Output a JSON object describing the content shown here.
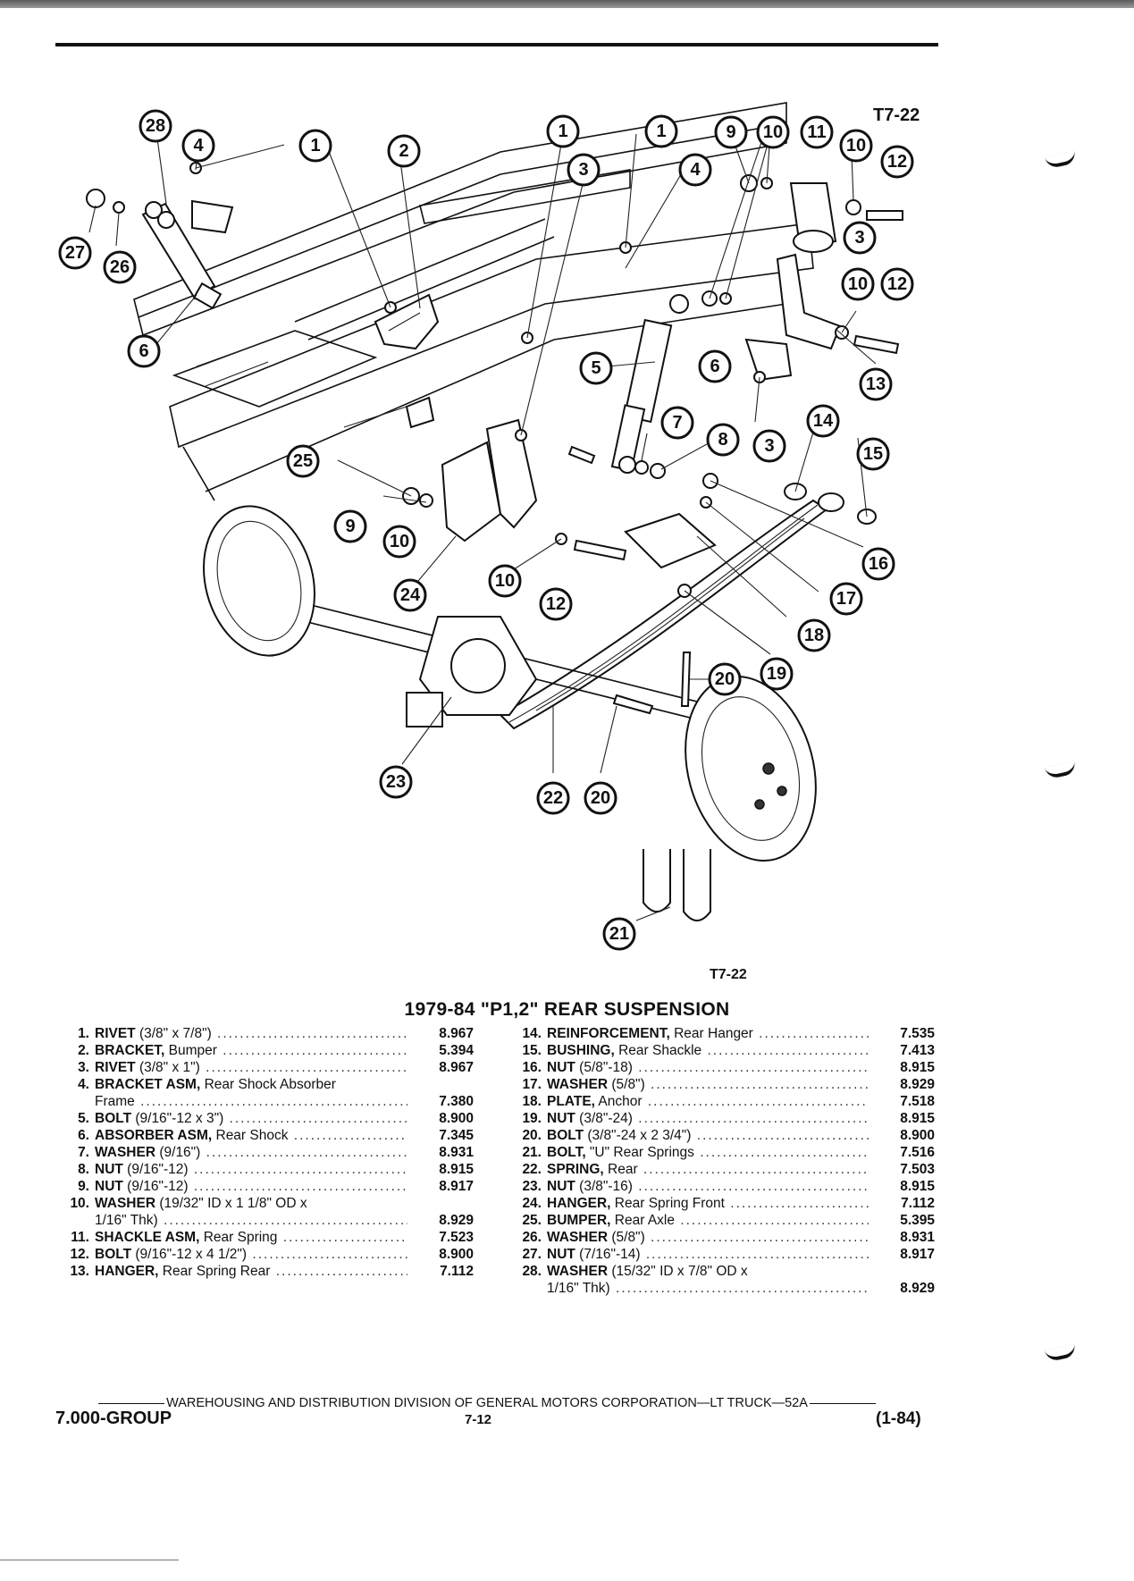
{
  "figure": {
    "code_top": "T7-22",
    "code_bottom": "T7-22",
    "callouts": [
      "28",
      "4",
      "1",
      "2",
      "1",
      "3",
      "1",
      "4",
      "9",
      "10",
      "11",
      "10",
      "12",
      "27",
      "26",
      "3",
      "10",
      "12",
      "6",
      "5",
      "6",
      "13",
      "7",
      "14",
      "8",
      "3",
      "15",
      "25",
      "9",
      "10",
      "16",
      "24",
      "10",
      "12",
      "17",
      "18",
      "19",
      "20",
      "23",
      "22",
      "20",
      "21"
    ]
  },
  "parts_list": {
    "title": "1979-84 \"P1,2\" REAR SUSPENSION",
    "left": [
      {
        "num": "1.",
        "name": "RIVET",
        "detail": " (3/8\" x 7/8\")",
        "code": "8.967"
      },
      {
        "num": "2.",
        "name": "BRACKET,",
        "detail": " Bumper",
        "code": "5.394"
      },
      {
        "num": "3.",
        "name": "RIVET",
        "detail": " (3/8\" x 1\")",
        "code": "8.967"
      },
      {
        "num": "4.",
        "name": "BRACKET ASM,",
        "detail": " Rear Shock Absorber",
        "code": ""
      },
      {
        "num": "",
        "name": "",
        "detail": "Frame",
        "code": "7.380"
      },
      {
        "num": "5.",
        "name": "BOLT",
        "detail": " (9/16\"-12 x 3\")",
        "code": "8.900"
      },
      {
        "num": "6.",
        "name": "ABSORBER ASM,",
        "detail": " Rear Shock",
        "code": "7.345"
      },
      {
        "num": "7.",
        "name": "WASHER",
        "detail": " (9/16\")",
        "code": "8.931"
      },
      {
        "num": "8.",
        "name": "NUT",
        "detail": " (9/16\"-12)",
        "code": "8.915"
      },
      {
        "num": "9.",
        "name": "NUT",
        "detail": " (9/16\"-12)",
        "code": "8.917"
      },
      {
        "num": "10.",
        "name": "WASHER",
        "detail": " (19/32\" ID x 1 1/8\" OD x",
        "code": ""
      },
      {
        "num": "",
        "name": "",
        "detail": "1/16\" Thk)",
        "code": "8.929"
      },
      {
        "num": "11.",
        "name": "SHACKLE ASM,",
        "detail": " Rear Spring",
        "code": "7.523"
      },
      {
        "num": "12.",
        "name": "BOLT",
        "detail": " (9/16\"-12 x 4 1/2\")",
        "code": "8.900"
      },
      {
        "num": "13.",
        "name": "HANGER,",
        "detail": " Rear Spring Rear",
        "code": "7.112"
      }
    ],
    "right": [
      {
        "num": "14.",
        "name": "REINFORCEMENT,",
        "detail": " Rear Hanger",
        "code": "7.535"
      },
      {
        "num": "15.",
        "name": "BUSHING,",
        "detail": " Rear Shackle",
        "code": "7.413"
      },
      {
        "num": "16.",
        "name": "NUT",
        "detail": " (5/8\"-18)",
        "code": "8.915"
      },
      {
        "num": "17.",
        "name": "WASHER",
        "detail": " (5/8\")",
        "code": "8.929"
      },
      {
        "num": "18.",
        "name": "PLATE,",
        "detail": " Anchor",
        "code": "7.518"
      },
      {
        "num": "19.",
        "name": "NUT",
        "detail": " (3/8\"-24)",
        "code": "8.915"
      },
      {
        "num": "20.",
        "name": "BOLT",
        "detail": " (3/8\"-24 x 2 3/4\")",
        "code": "8.900"
      },
      {
        "num": "21.",
        "name": "BOLT,",
        "detail": " \"U\" Rear Springs",
        "code": "7.516"
      },
      {
        "num": "22.",
        "name": "SPRING,",
        "detail": " Rear",
        "code": "7.503"
      },
      {
        "num": "23.",
        "name": "NUT",
        "detail": " (3/8\"-16)",
        "code": "8.915"
      },
      {
        "num": "24.",
        "name": "HANGER,",
        "detail": " Rear Spring Front",
        "code": "7.112"
      },
      {
        "num": "25.",
        "name": "BUMPER,",
        "detail": " Rear Axle",
        "code": "5.395"
      },
      {
        "num": "26.",
        "name": "WASHER",
        "detail": " (5/8\")",
        "code": "8.931"
      },
      {
        "num": "27.",
        "name": "NUT",
        "detail": " (7/16\"-14)",
        "code": "8.917"
      },
      {
        "num": "28.",
        "name": "WASHER",
        "detail": " (15/32\" ID x 7/8\" OD x",
        "code": ""
      },
      {
        "num": "",
        "name": "",
        "detail": "1/16\" Thk)",
        "code": "8.929"
      }
    ]
  },
  "footer": {
    "division": "WAREHOUSING AND DISTRIBUTION DIVISION OF GENERAL MOTORS CORPORATION—LT TRUCK—52A",
    "group": "7.000-GROUP",
    "page": "7-12",
    "date": "(1-84)"
  }
}
